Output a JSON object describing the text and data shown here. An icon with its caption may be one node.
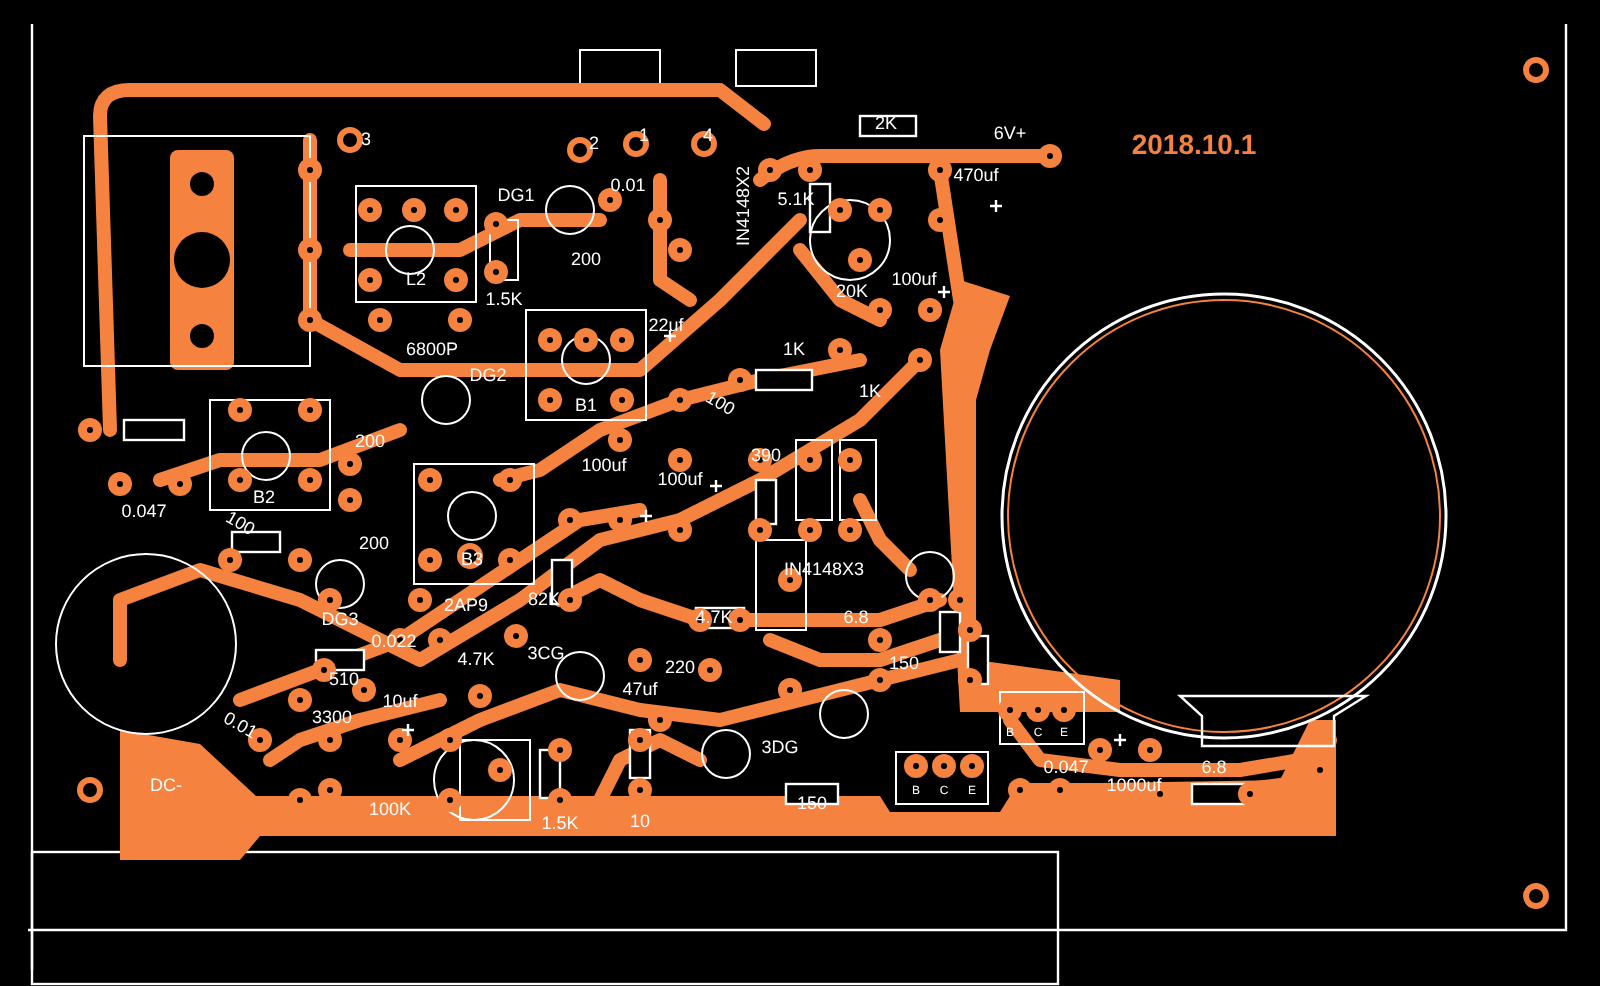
{
  "diagram": {
    "labels": [
      "3",
      "2",
      "1",
      "4",
      "2K",
      "6V+",
      "2018.10.1",
      "DG1",
      "0.01",
      "IN4148X2",
      "5.1K",
      "470uf",
      "L2",
      "200",
      "100uf",
      "1.5K",
      "20K",
      "22uf",
      "6800P",
      "1K",
      "DG2",
      "1K",
      "100",
      "B1",
      "200",
      "390",
      "100uf",
      "100uf",
      "B2",
      "0.047",
      "100",
      "200",
      "B3",
      "IN4148X3",
      "DG3",
      "2AP9",
      "82K",
      "4.7K",
      "6.8",
      "0.022",
      "510",
      "4.7K",
      "3CG",
      "220",
      "150",
      "47uf",
      "10uf",
      "3300",
      "0.01",
      "B",
      "C",
      "E",
      "3DG",
      "0.047",
      "6.8",
      "DC-",
      "1000uf",
      "B",
      "C",
      "E",
      "100K",
      "150",
      "1.5K",
      "10"
    ]
  }
}
